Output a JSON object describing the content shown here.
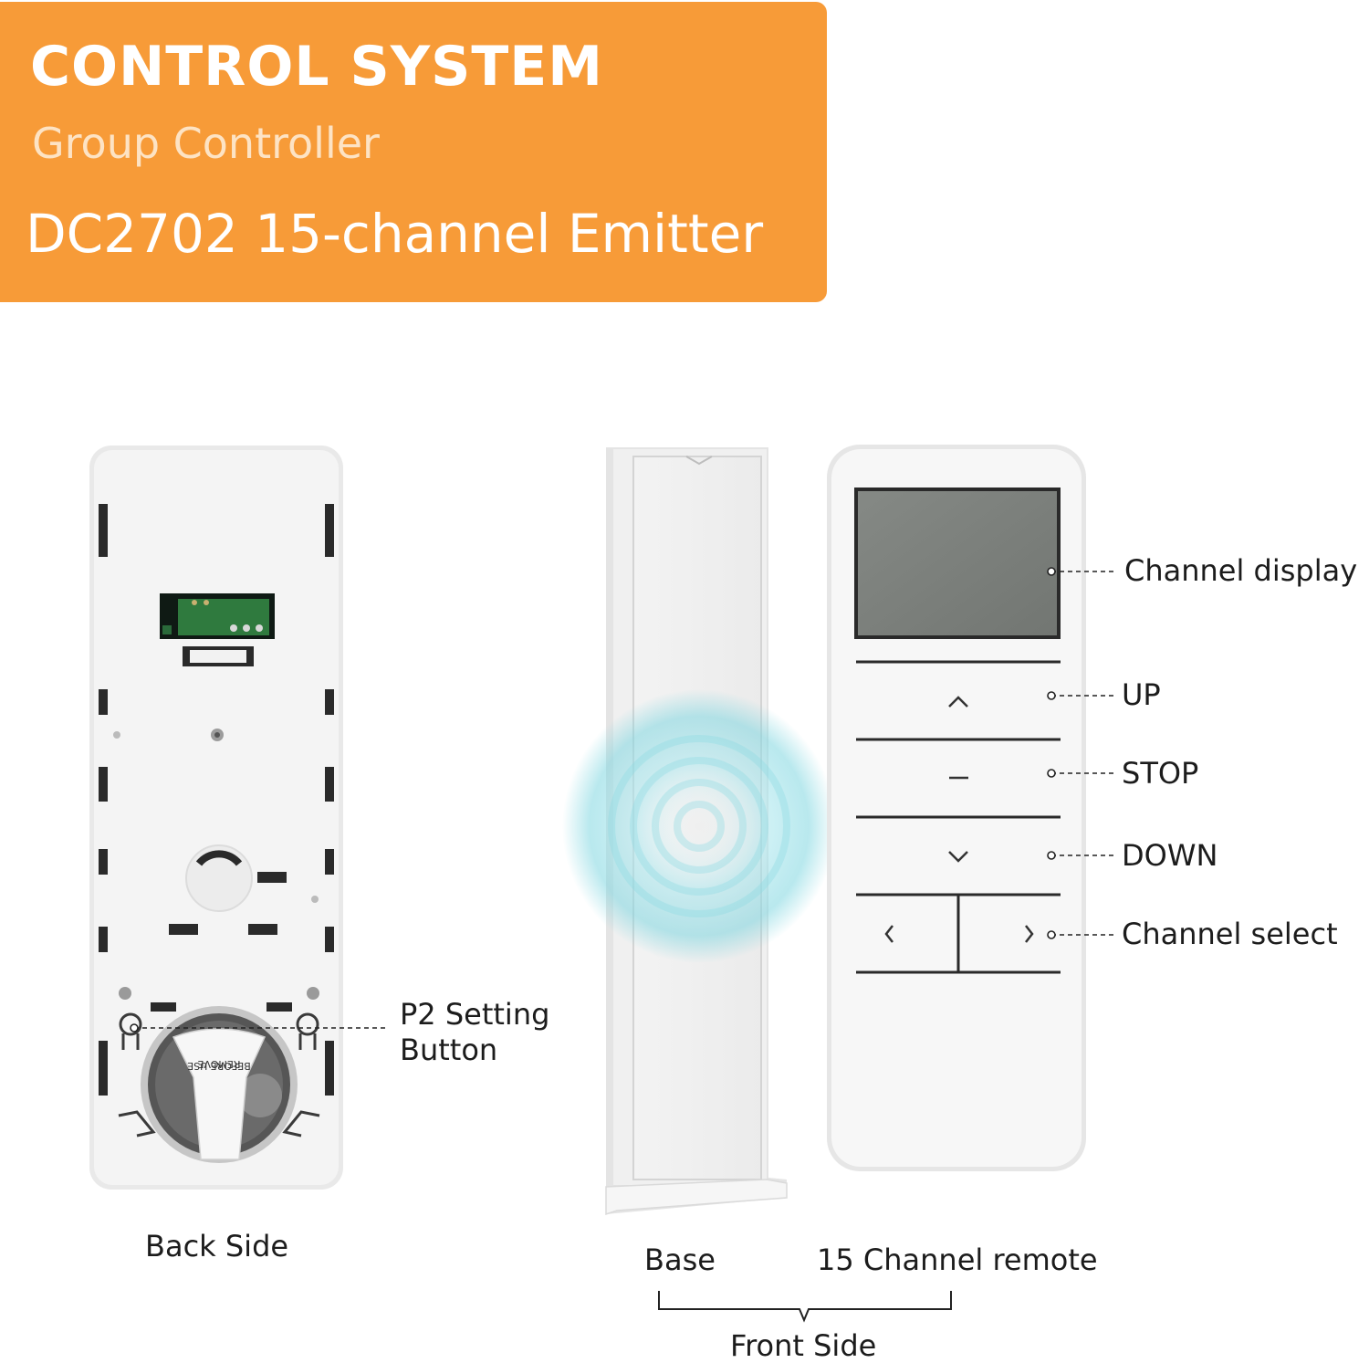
{
  "header": {
    "title": "CONTROL SYSTEM",
    "subtitle": "Group Controller",
    "model": "DC2702 15-channel Emitter"
  },
  "callouts": {
    "channel_display": "Channel display",
    "up": "UP",
    "stop": "STOP",
    "down": "DOWN",
    "channel_select": "Channel select",
    "p2_setting_line1": "P2 Setting",
    "p2_setting_line2": "Button"
  },
  "captions": {
    "back_side": "Back Side",
    "base": "Base",
    "remote": "15 Channel remote",
    "front_side": "Front Side"
  },
  "battery_tab": {
    "line1": "REMOVE",
    "line2": "BEFORE USE"
  },
  "colors": {
    "header_bg": "#f79b38",
    "header_text": "#ffffff",
    "display_lcd": "#7d817d",
    "signal_glow": "#7fd6e0"
  },
  "icons": {
    "up_button": "chevron-up-icon",
    "stop_button": "minus-icon",
    "down_button": "chevron-down-icon",
    "prev_channel": "chevron-left-icon",
    "next_channel": "chevron-right-icon"
  }
}
